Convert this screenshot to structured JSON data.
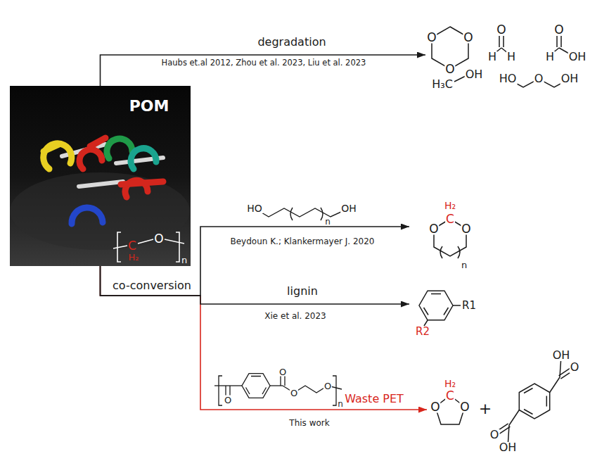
{
  "diagram": {
    "nodes": [
      {
        "text": [
          "POM",
          "C",
          "H₂",
          "O",
          "n"
        ]
      },
      {
        "text": [
          "O",
          "O",
          "O",
          "O",
          "H",
          "H",
          "O",
          "H",
          "OH",
          "H₃C",
          "OH",
          "HO",
          "O",
          "OH"
        ]
      },
      {
        "text": [
          "H₂",
          "C",
          "O",
          "O",
          "n"
        ]
      },
      {
        "text": [
          "R1",
          "R2"
        ]
      },
      {
        "text": [
          "H₂",
          "C",
          "O",
          "O",
          "+",
          "OH",
          "O",
          "O",
          "OH"
        ]
      }
    ],
    "edges": [
      {
        "from": 0,
        "to": 1,
        "arrow": "to",
        "label": "degradation"
      },
      {
        "from": 0,
        "to": 2,
        "arrow": "to"
      },
      {
        "from": 0,
        "to": 3,
        "arrow": "to",
        "label": "lignin"
      },
      {
        "from": 0,
        "to": 4,
        "arrow": "to",
        "label": "Waste PET"
      }
    ],
    "labels": [
      "Haubs et.al 2012, Zhou et al. 2023, Liu et al. 2023",
      "co-conversion",
      "HO",
      "OH",
      "n",
      "Beydoun K.; Klankermayer J. 2020",
      "Xie et al. 2023",
      "O",
      "O",
      "O",
      "O",
      "n",
      "This work"
    ]
  }
}
